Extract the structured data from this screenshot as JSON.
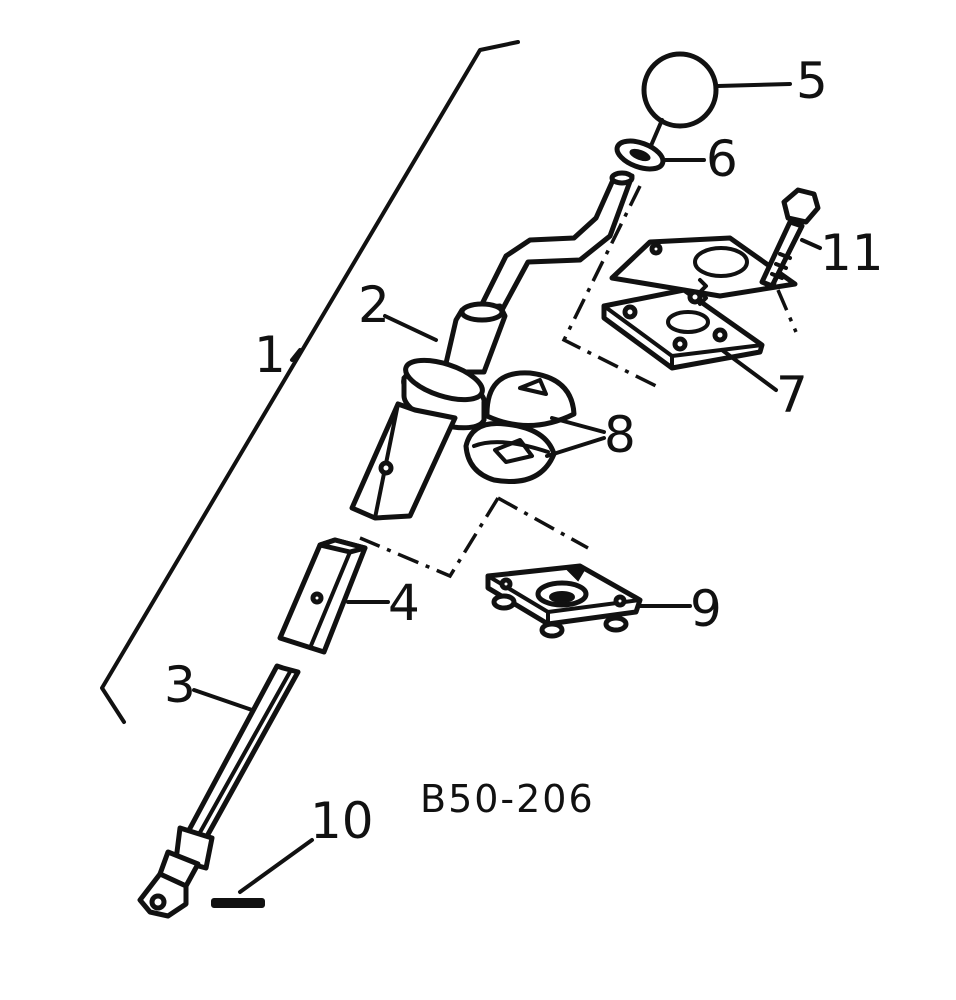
{
  "diagram": {
    "drawing_code": "B50-206",
    "callouts": {
      "assembly": "1",
      "lever": "2",
      "lower_shaft": "3",
      "sleeve": "4",
      "knob": "5",
      "washer": "6",
      "upper_plate": "7",
      "cups": "8",
      "lower_plate": "9",
      "pin": "10",
      "bolt": "11"
    }
  }
}
